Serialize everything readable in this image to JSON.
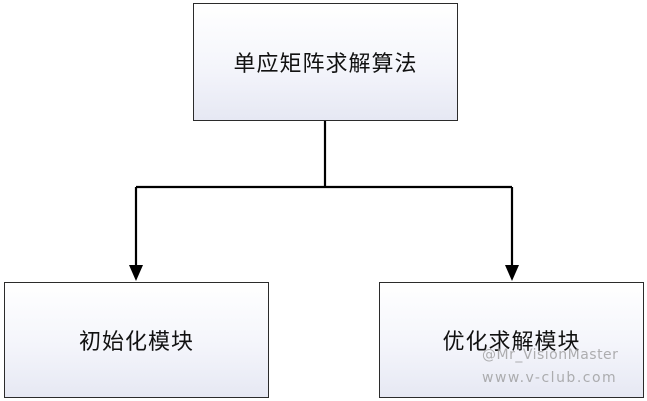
{
  "diagram": {
    "root": {
      "label": "单应矩阵求解算法"
    },
    "children": [
      {
        "label": "初始化模块"
      },
      {
        "label": "优化求解模块"
      }
    ],
    "colors": {
      "line": "#000000",
      "border": "#2b2b2b",
      "box_fill_top": "#ffffff",
      "box_fill_bottom": "#e6e8f3"
    }
  },
  "watermark": {
    "line1": "@Mr_VisionMaster",
    "line2": "www.v-club.com"
  }
}
